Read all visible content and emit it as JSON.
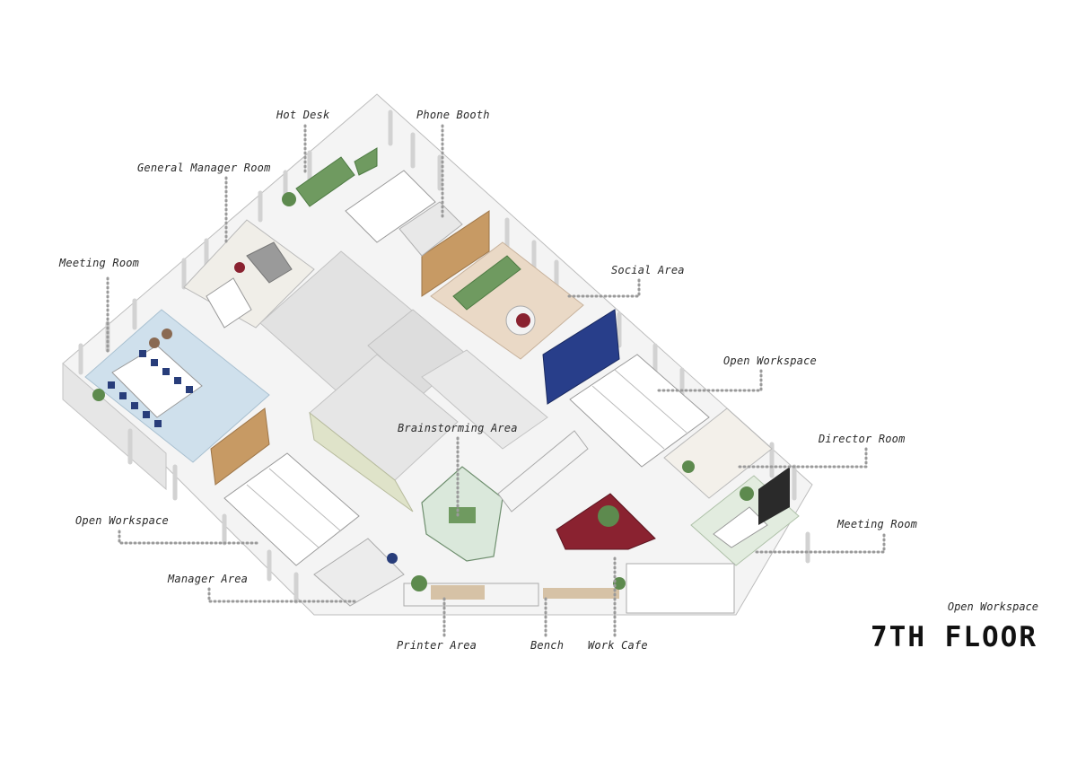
{
  "title": "7TH FLOOR",
  "subtitle": "Open Workspace",
  "labels": {
    "hot_desk": "Hot Desk",
    "phone_booth": "Phone Booth",
    "general_manager_room": "General Manager Room",
    "meeting_room_left": "Meeting Room",
    "social_area": "Social Area",
    "open_workspace_right": "Open Workspace",
    "director_room": "Director Room",
    "brainstorming_area": "Brainstorming Area",
    "meeting_room_right": "Meeting Room",
    "open_workspace_left": "Open Workspace",
    "manager_area": "Manager Area",
    "printer_area": "Printer Area",
    "bench": "Bench",
    "work_cafe": "Work Cafe"
  },
  "colors": {
    "leader": "#9a9a9a",
    "floor": "#f3f3f3",
    "walls": "#e2e2e2",
    "meeting_floor": "#cfe0ec",
    "chairs_blue": "#283d7a",
    "lockers_blue": "#283e8a",
    "green_furniture": "#6f9a60",
    "wood": "#c79a64",
    "cafe_table": "#8a2230",
    "social_floor": "#ead9c6"
  }
}
